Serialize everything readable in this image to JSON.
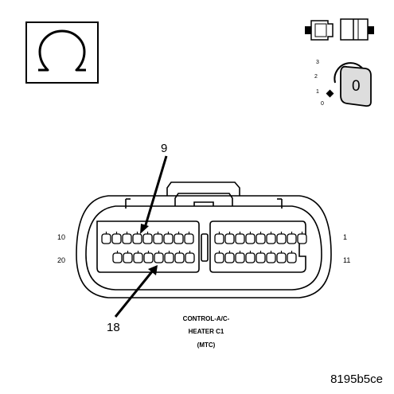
{
  "ohmmeter": {
    "icon": "ohm-symbol-icon"
  },
  "ignition": {
    "icon": "ignition-key-icon",
    "positions": [
      "3",
      "2",
      "1",
      "0"
    ],
    "current_position": "0"
  },
  "connector": {
    "pin_labels": {
      "top_left": "10",
      "bottom_left": "20",
      "top_right": "1",
      "bottom_right": "11"
    },
    "callout_top": "9",
    "callout_bottom": "18",
    "caption_line1": "CONTROL-A/C-",
    "caption_line2": "HEATER C1",
    "caption_line3": "(MTC)"
  },
  "figure_id": "8195b5ce"
}
